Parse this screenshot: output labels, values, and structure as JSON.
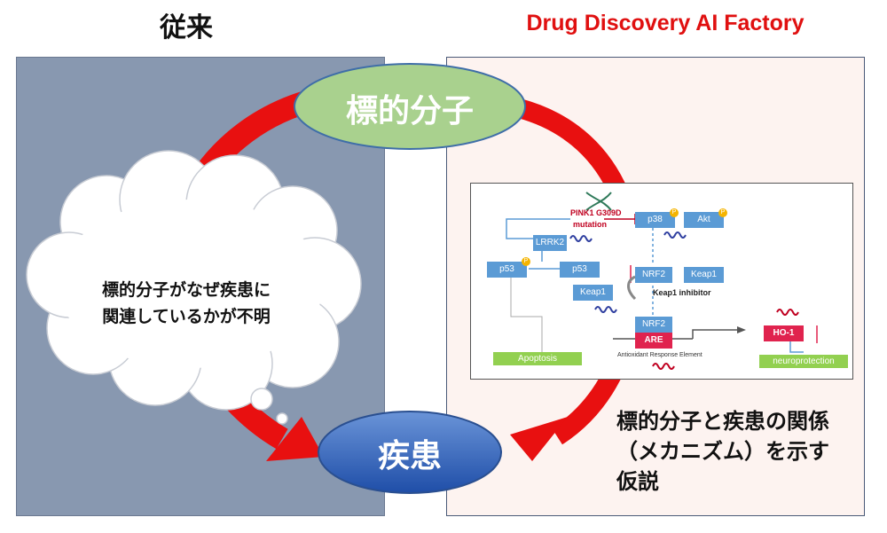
{
  "headers": {
    "left": "従来",
    "right": "Drug Discovery AI Factory"
  },
  "nodes": {
    "target": "標的分子",
    "disease": "疾患"
  },
  "cloud": {
    "line1": "標的分子がなぜ疾患に",
    "line2": "関連しているかが不明"
  },
  "hypothesis": {
    "line1": "標的分子と疾患の関係",
    "line2": "（メカニズム）を示す",
    "line3": "仮説"
  },
  "pathway": {
    "pink1": "PINK1 G309D",
    "mutation": "mutation",
    "lrrk2": "LRRK2",
    "p53_left": "p53",
    "p53_right": "p53",
    "p38": "p38",
    "akt": "Akt",
    "nrf2_top": "NRF2",
    "keap1_right": "Keap1",
    "keap1_left": "Keap1",
    "keap1_inhibitor": "Keap1 inhibitor",
    "nrf2_bottom": "NRF2",
    "are": "ARE",
    "are_label": "Antioxidant Response Element",
    "ho1": "HO-1",
    "apoptosis": "Apoptosis",
    "neuroprotection": "neuroprotection",
    "p": "P"
  },
  "colors": {
    "arrow_red": "#e81010",
    "target_green": "#a9d18e",
    "disease_blue": "#2f5fb5",
    "left_panel": "#8898b0",
    "right_panel": "#fdf3f0"
  }
}
